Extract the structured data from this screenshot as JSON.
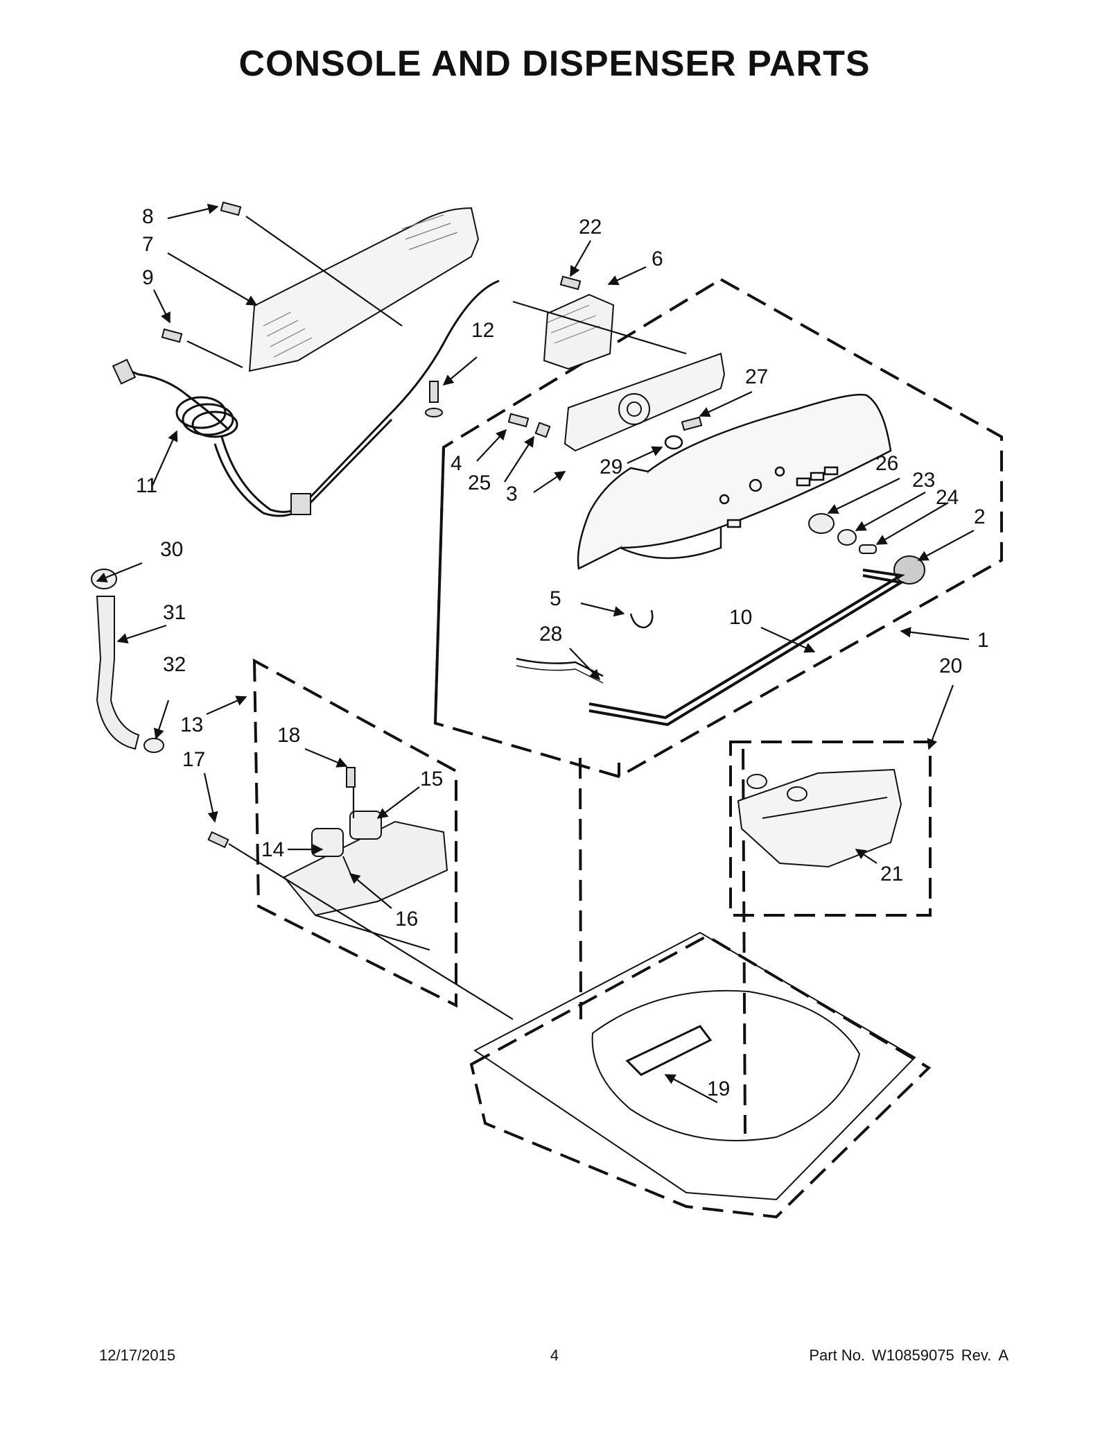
{
  "title": "CONSOLE AND DISPENSER PARTS",
  "footer": {
    "date": "12/17/2015",
    "page": "4",
    "part_label": "Part No.",
    "part_number": "W10859075",
    "rev_label": "Rev.",
    "rev": "A"
  },
  "callouts": [
    {
      "id": "c1",
      "label": "1"
    },
    {
      "id": "c2",
      "label": "2"
    },
    {
      "id": "c3",
      "label": "3"
    },
    {
      "id": "c4",
      "label": "4"
    },
    {
      "id": "c5",
      "label": "5"
    },
    {
      "id": "c6",
      "label": "6"
    },
    {
      "id": "c7",
      "label": "7"
    },
    {
      "id": "c8",
      "label": "8"
    },
    {
      "id": "c9",
      "label": "9"
    },
    {
      "id": "c10",
      "label": "10"
    },
    {
      "id": "c11",
      "label": "11"
    },
    {
      "id": "c12",
      "label": "12"
    },
    {
      "id": "c13",
      "label": "13"
    },
    {
      "id": "c14",
      "label": "14"
    },
    {
      "id": "c15",
      "label": "15"
    },
    {
      "id": "c16",
      "label": "16"
    },
    {
      "id": "c17",
      "label": "17"
    },
    {
      "id": "c18",
      "label": "18"
    },
    {
      "id": "c19",
      "label": "19"
    },
    {
      "id": "c20",
      "label": "20"
    },
    {
      "id": "c21",
      "label": "21"
    },
    {
      "id": "c22",
      "label": "22"
    },
    {
      "id": "c23",
      "label": "23"
    },
    {
      "id": "c24",
      "label": "24"
    },
    {
      "id": "c25",
      "label": "25"
    },
    {
      "id": "c26",
      "label": "26"
    },
    {
      "id": "c27",
      "label": "27"
    },
    {
      "id": "c28",
      "label": "28"
    },
    {
      "id": "c29",
      "label": "29"
    },
    {
      "id": "c30",
      "label": "30"
    },
    {
      "id": "c31",
      "label": "31"
    },
    {
      "id": "c32",
      "label": "32"
    }
  ]
}
